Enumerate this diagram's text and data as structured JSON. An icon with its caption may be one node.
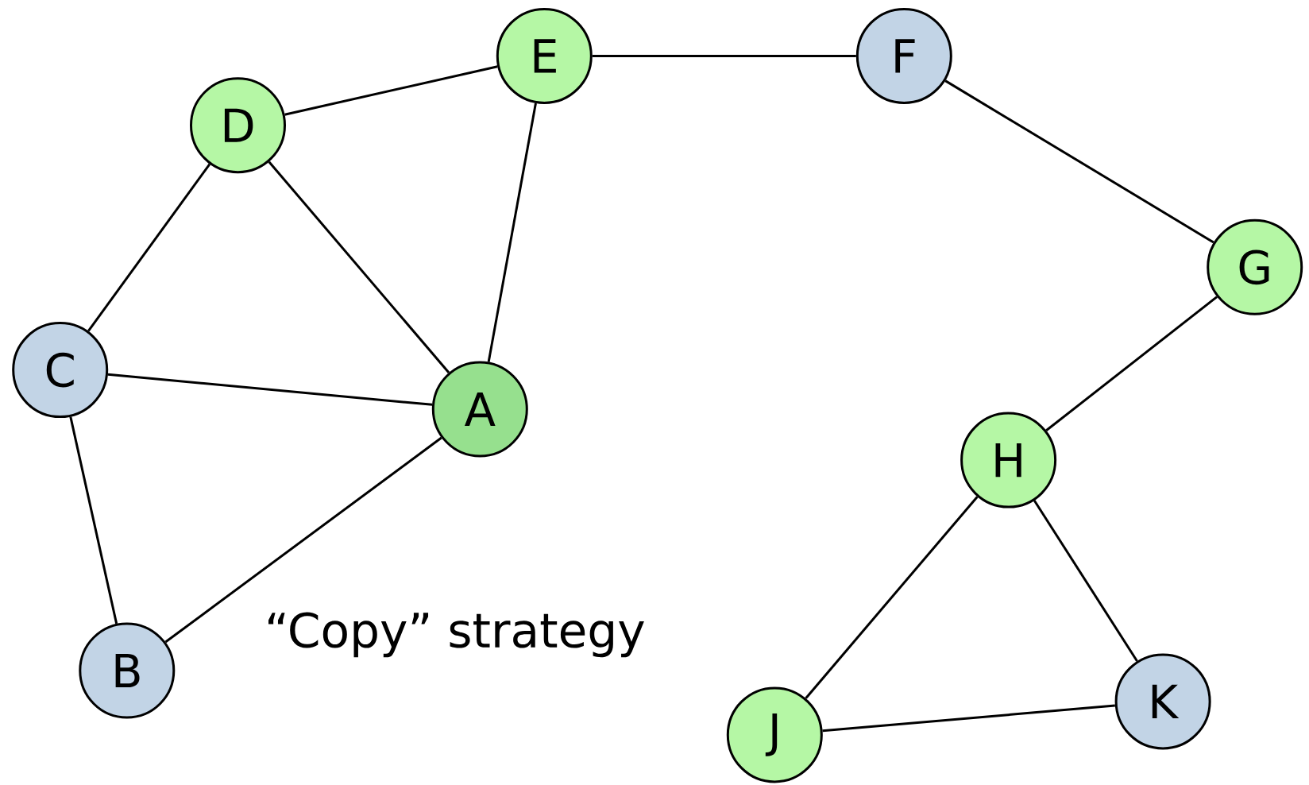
{
  "diagram": {
    "nodes": [
      {
        "text": [
          "A"
        ]
      },
      {
        "text": [
          "B"
        ]
      },
      {
        "text": [
          "C"
        ]
      },
      {
        "text": [
          "D"
        ]
      },
      {
        "text": [
          "E"
        ]
      },
      {
        "text": [
          "F"
        ]
      },
      {
        "text": [
          "G"
        ]
      },
      {
        "text": [
          "H"
        ]
      },
      {
        "text": [
          "J"
        ]
      },
      {
        "text": [
          "K"
        ]
      }
    ],
    "edges": [
      {
        "from": 3,
        "to": 4,
        "arrow": "none"
      },
      {
        "from": 4,
        "to": 5,
        "arrow": "none"
      },
      {
        "from": 5,
        "to": 6,
        "arrow": "none"
      },
      {
        "from": 3,
        "to": 2,
        "arrow": "none"
      },
      {
        "from": 3,
        "to": 0,
        "arrow": "none"
      },
      {
        "from": 4,
        "to": 0,
        "arrow": "none"
      },
      {
        "from": 2,
        "to": 0,
        "arrow": "none"
      },
      {
        "from": 2,
        "to": 1,
        "arrow": "none"
      },
      {
        "from": 1,
        "to": 0,
        "arrow": "none"
      },
      {
        "from": 6,
        "to": 7,
        "arrow": "none"
      },
      {
        "from": 7,
        "to": 8,
        "arrow": "none"
      },
      {
        "from": 7,
        "to": 9,
        "arrow": "none"
      },
      {
        "from": 8,
        "to": 9,
        "arrow": "none"
      }
    ],
    "labels": [
      "“Copy” strategy"
    ]
  }
}
